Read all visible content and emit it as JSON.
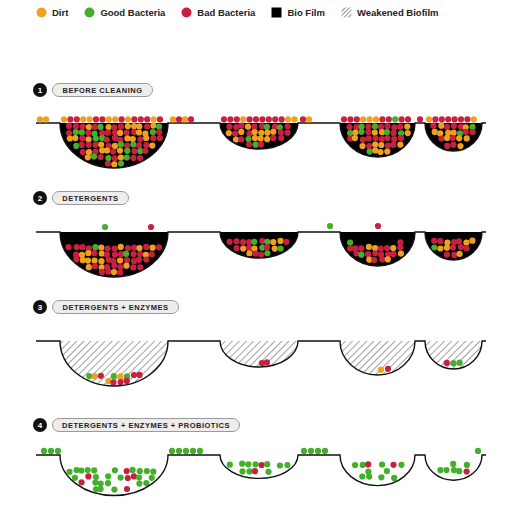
{
  "diagram": {
    "nodes": [
      {
        "text": [
          "1"
        ]
      },
      {
        "text": [
          "BEFORE CLEANING"
        ]
      },
      {
        "text": [
          "2"
        ]
      },
      {
        "text": [
          "DETERGENTS"
        ]
      },
      {
        "text": [
          "3"
        ]
      },
      {
        "text": [
          "DETERGENTS + ENZYMES"
        ]
      },
      {
        "text": [
          "4"
        ]
      },
      {
        "text": [
          "DETERGENTS + ENZYMES + PROBIOTICS"
        ]
      }
    ],
    "legend": [
      {
        "text": "Dirt",
        "color": "#f0a020"
      },
      {
        "text": "Good Bacteria",
        "color": "#44b02a"
      },
      {
        "text": "Bad Bacteria",
        "color": "#c8203f"
      },
      {
        "text": "Bio Film",
        "color": "#000000"
      },
      {
        "text": "Weakened Biofilm"
      }
    ]
  }
}
